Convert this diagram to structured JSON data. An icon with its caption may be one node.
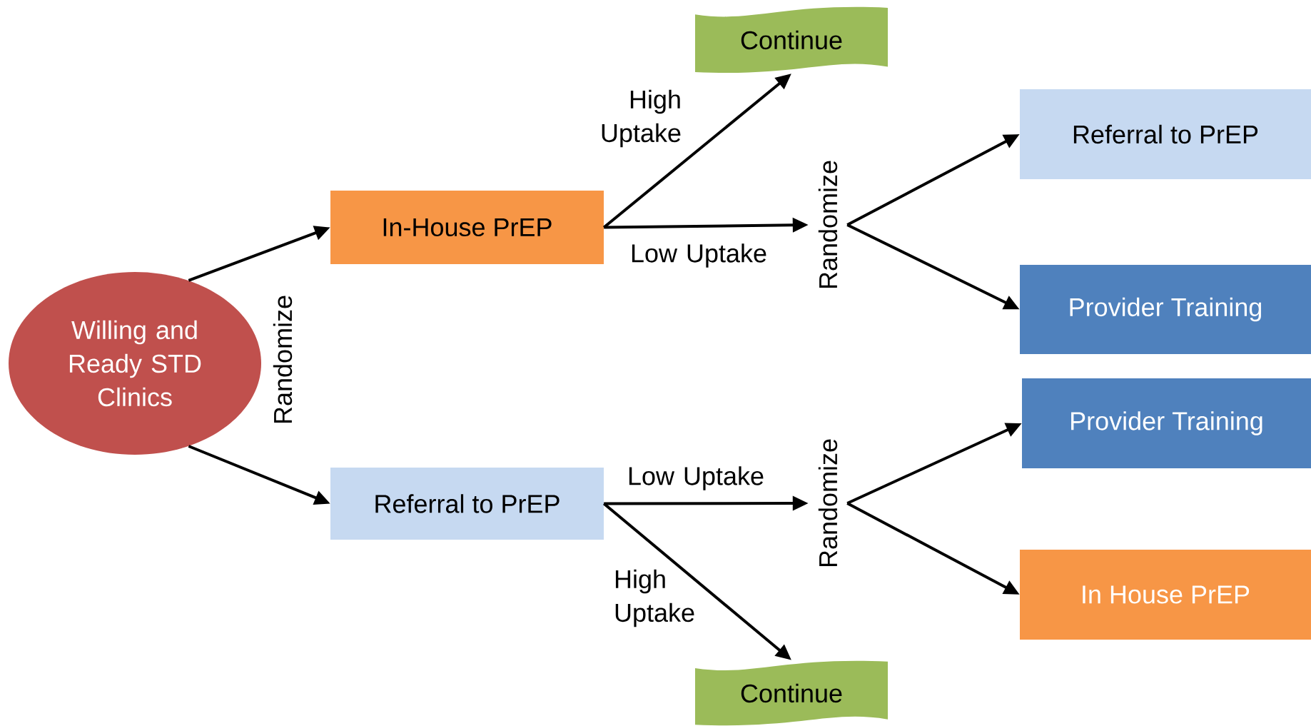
{
  "diagram": {
    "nodes": [
      {
        "text": [
          "Willing and Ready STD Clinics"
        ]
      },
      {
        "text": [
          "In-House PrEP"
        ]
      },
      {
        "text": [
          "Referral to PrEP"
        ]
      },
      {
        "text": [
          "Continue"
        ]
      },
      {
        "text": [
          "Continue"
        ]
      },
      {
        "text": [
          "Randomize"
        ]
      },
      {
        "text": [
          "Referral to PrEP"
        ]
      },
      {
        "text": [
          "Provider Training"
        ]
      },
      {
        "text": [
          "Randomize"
        ]
      },
      {
        "text": [
          "Provider Training"
        ]
      },
      {
        "text": [
          "In House PrEP"
        ]
      }
    ],
    "edges": [
      {
        "from": 0,
        "to": 1,
        "arrow": "to"
      },
      {
        "from": 0,
        "to": 2,
        "arrow": "to"
      },
      {
        "from": 1,
        "to": 3,
        "arrow": "to",
        "label": "High Uptake"
      },
      {
        "from": 1,
        "to": 5,
        "arrow": "to",
        "label": "Low Uptake"
      },
      {
        "from": 5,
        "to": 6,
        "arrow": "to"
      },
      {
        "from": 5,
        "to": 7,
        "arrow": "to"
      },
      {
        "from": 2,
        "to": 8,
        "arrow": "to",
        "label": "Low Uptake"
      },
      {
        "from": 2,
        "to": 4,
        "arrow": "to",
        "label": "High Uptake"
      },
      {
        "from": 8,
        "to": 9,
        "arrow": "to"
      },
      {
        "from": 8,
        "to": 10,
        "arrow": "to"
      }
    ],
    "labels": [
      "Randomize"
    ]
  }
}
